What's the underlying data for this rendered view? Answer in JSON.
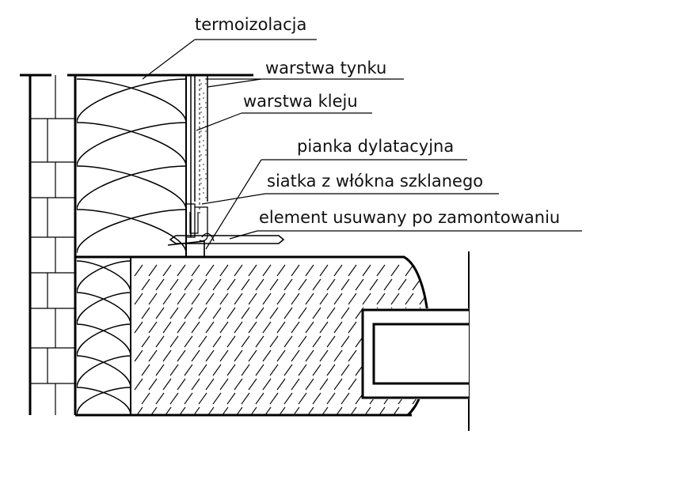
{
  "diagram": {
    "labels": {
      "insulation": "termoizolacja",
      "plaster_layer": "warstwa tynku",
      "adhesive_layer": "warstwa kleju",
      "expansion_foam": "pianka dylatacyjna",
      "fiberglass_mesh": "siatka z włókna szklanego",
      "removable_element": "element usuwany po zamontowaniu"
    },
    "colors": {
      "line": "#000000",
      "background": "#ffffff"
    }
  }
}
